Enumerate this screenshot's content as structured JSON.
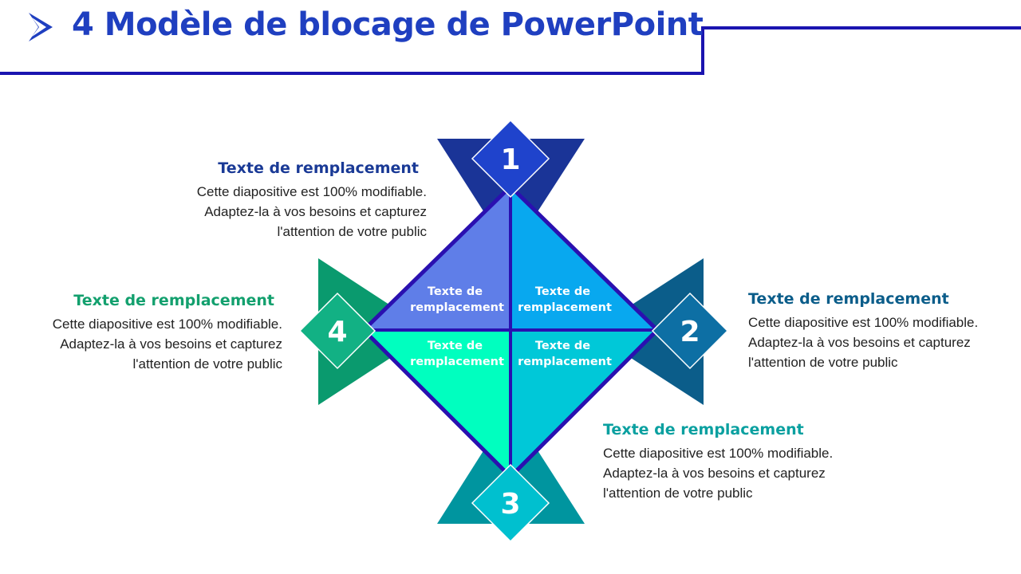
{
  "title": "4 Modèle de blocage de PowerPoint",
  "colors": {
    "accent": "#1f3fc0",
    "frame_line": "#1a14b0",
    "quadrant_top_left": "#5f7ee8",
    "quadrant_top_right": "#08a8ef",
    "quadrant_bottom_left": "#00ffbf",
    "quadrant_bottom_right": "#00c8d8",
    "arm_1": "#1a3497",
    "arm_2": "#0b5d8a",
    "arm_3": "#00959f",
    "arm_4": "#0a9a6e"
  },
  "center": {
    "quadrants": [
      {
        "line1": "Texte de",
        "line2": "remplacement"
      },
      {
        "line1": "Texte de",
        "line2": "remplacement"
      },
      {
        "line1": "Texte de",
        "line2": "remplacement"
      },
      {
        "line1": "Texte de",
        "line2": "remplacement"
      }
    ]
  },
  "badges": [
    {
      "number": "1",
      "color": "#1f43cc"
    },
    {
      "number": "2",
      "color": "#0d6fa4"
    },
    {
      "number": "3",
      "color": "#00c0cf"
    },
    {
      "number": "4",
      "color": "#12b184"
    }
  ],
  "blocks": [
    {
      "heading": "Texte de remplacement",
      "lines": [
        "Cette diapositive est 100% modifiable.",
        "Adaptez-la à vos besoins et capturez",
        "l'attention de votre public"
      ]
    },
    {
      "heading": "Texte de remplacement",
      "lines": [
        "Cette diapositive est 100% modifiable.",
        "Adaptez-la à vos besoins et capturez",
        "l'attention de votre public"
      ]
    },
    {
      "heading": "Texte de remplacement",
      "lines": [
        "Cette diapositive est 100% modifiable.",
        "Adaptez-la à vos besoins et capturez",
        "l'attention de votre public"
      ]
    },
    {
      "heading": "Texte de remplacement",
      "lines": [
        "Cette diapositive est 100% modifiable.",
        "Adaptez-la à vos besoins et capturez",
        "l'attention de votre public"
      ]
    }
  ]
}
